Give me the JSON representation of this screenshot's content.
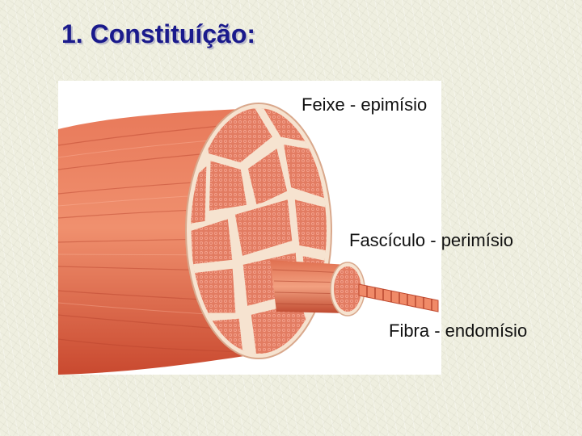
{
  "slide": {
    "title": "1. Constituíção:"
  },
  "labels": {
    "feixe": "Feixe - epimísio",
    "fasciculo": "Fascículo - perimísio",
    "fibra": "Fibra - endomísio"
  },
  "colors": {
    "title": "#1a1a8c",
    "muscle_light": "#f08a68",
    "muscle_dark": "#c4402a",
    "sheath": "#f6e3d0"
  }
}
